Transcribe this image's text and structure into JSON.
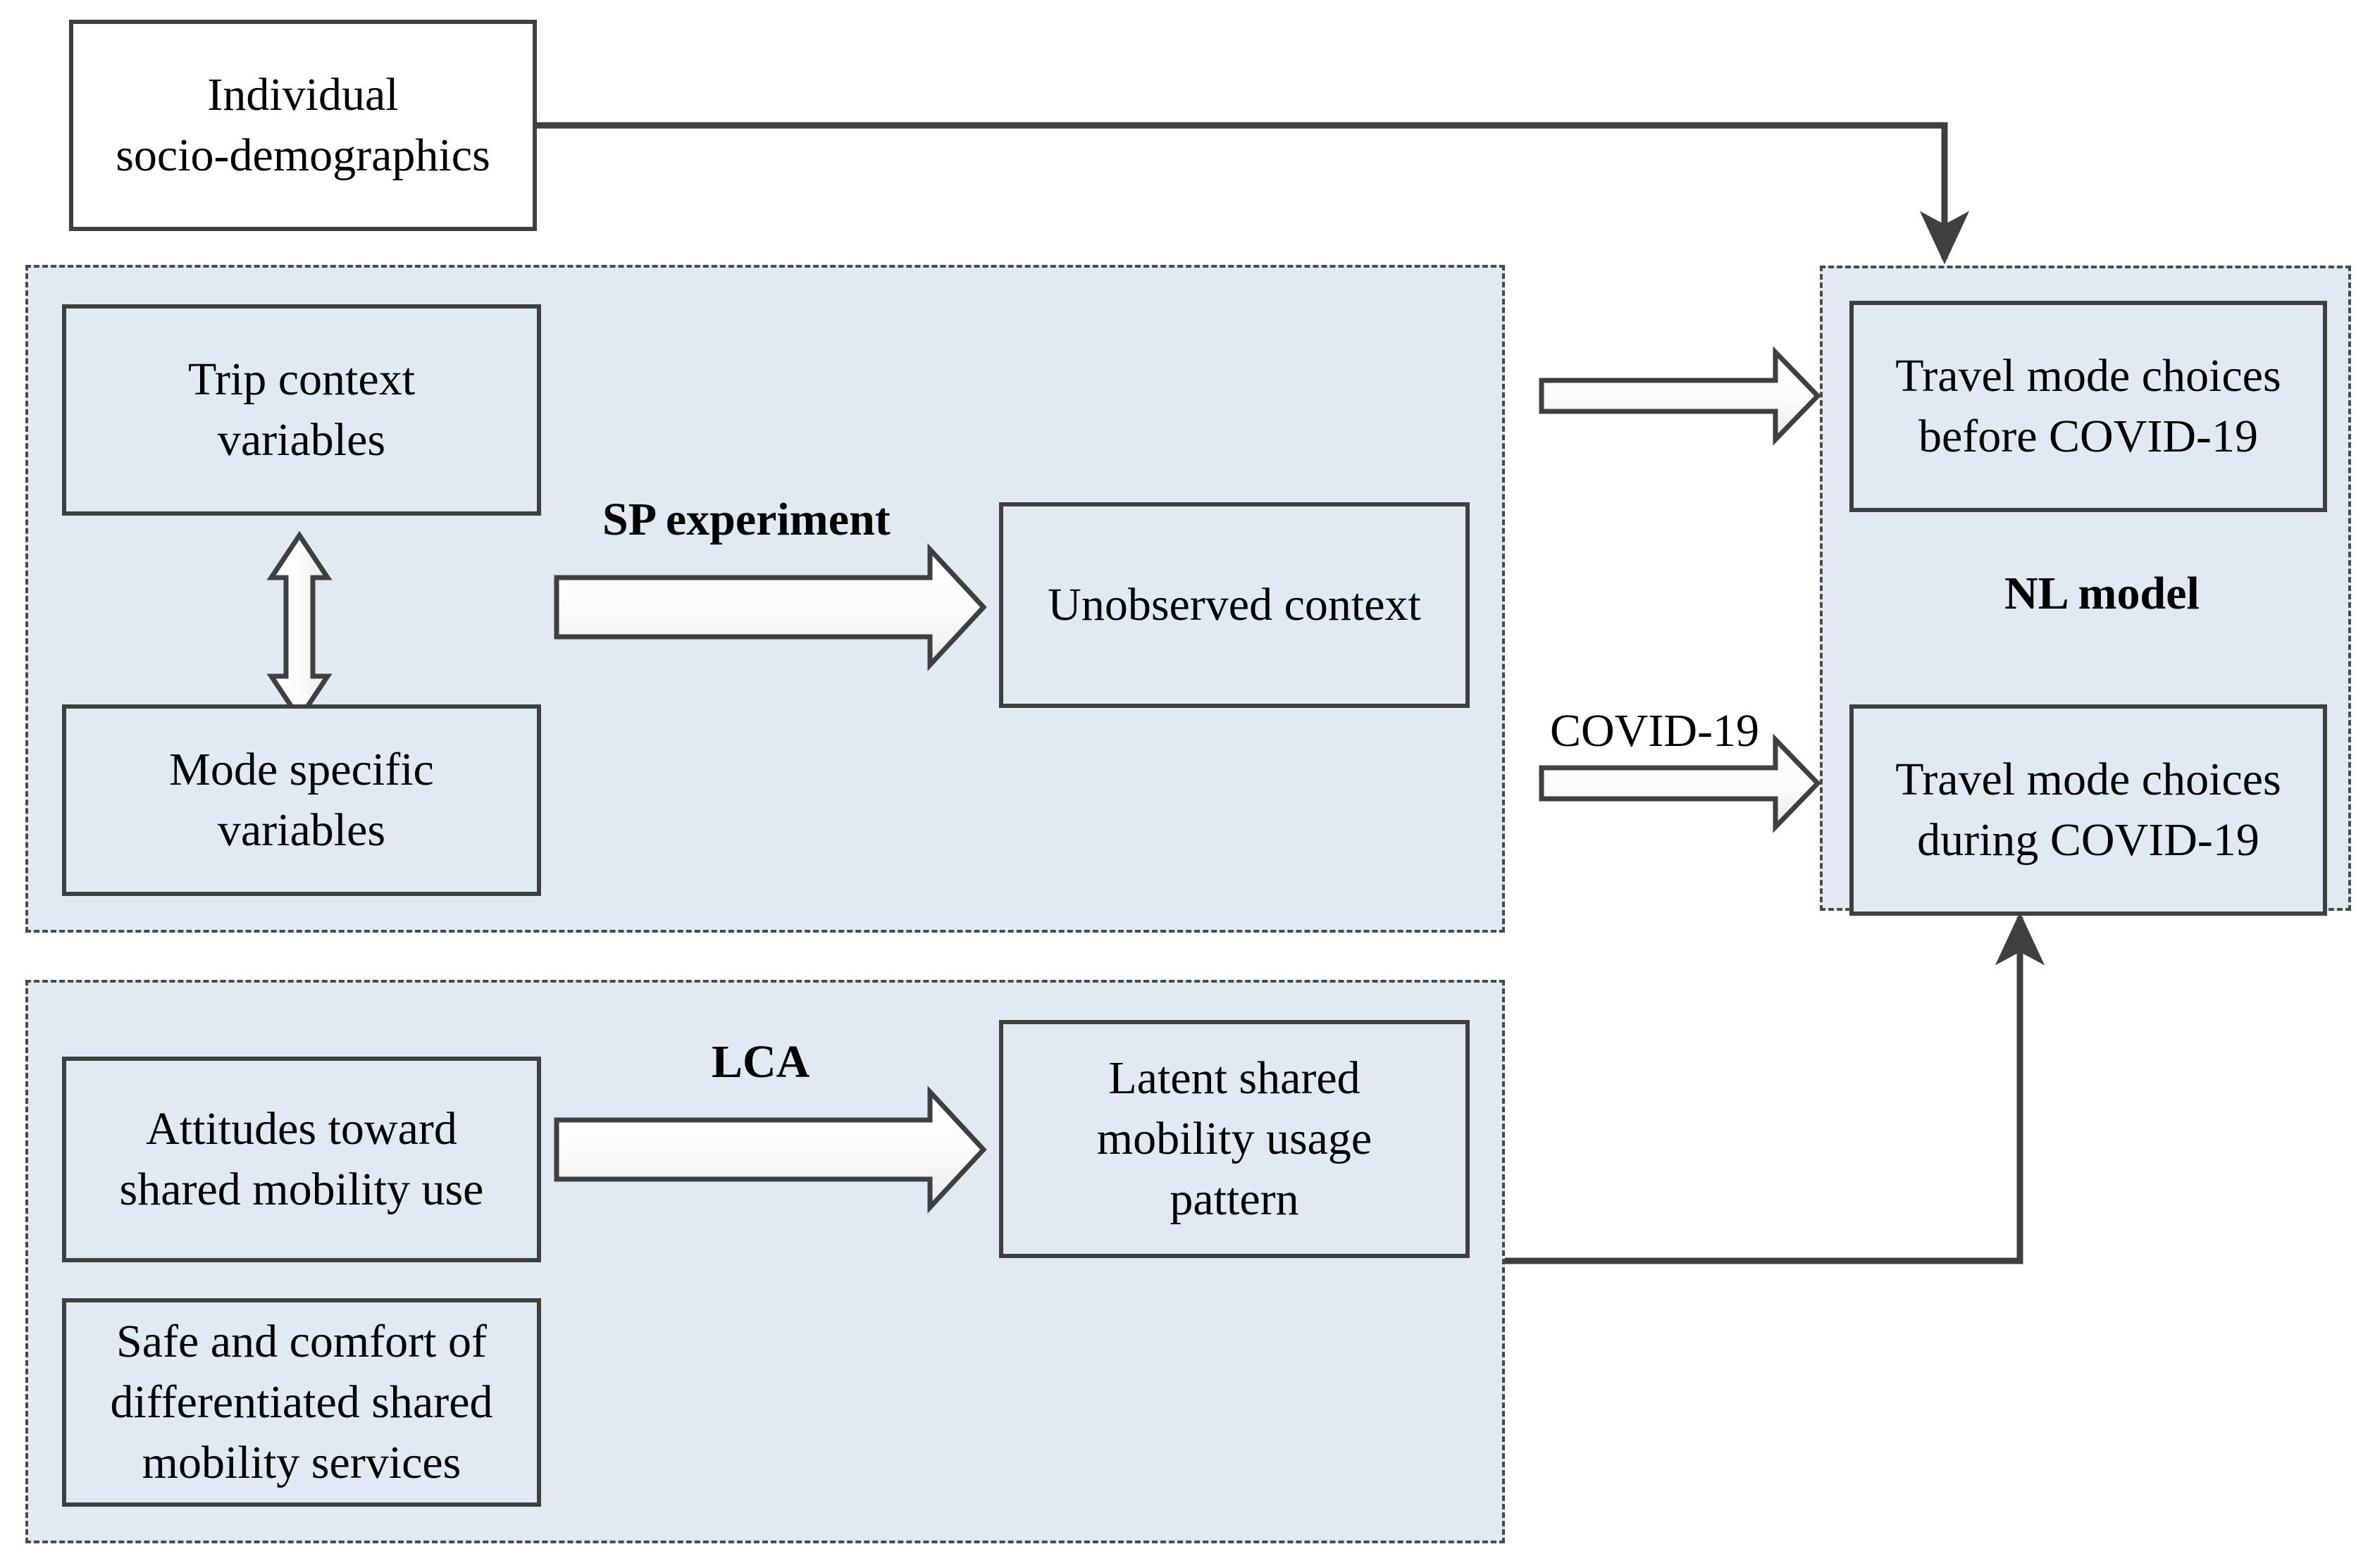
{
  "diagram": {
    "title_present": false,
    "colors": {
      "panel_fill": "#e1e9f3",
      "node_fill_blue": "#e1e9f3",
      "node_fill_white": "#ffffff",
      "border": "#3f3f3f",
      "panel_border": "#4a4a4a",
      "arrow_fill": "#fafafa",
      "arrow_stroke": "#3f3f3f",
      "connector": "#3f3f3f"
    },
    "nodes": {
      "socio_demographics": "Individual\nsocio-demographics",
      "trip_context": "Trip context\nvariables",
      "mode_specific": "Mode specific\nvariables",
      "unobserved_context": "Unobserved context",
      "attitudes": "Attitudes toward\nshared mobility use",
      "safe_comfort": "Safe and comfort of\ndifferentiated shared\nmobility services",
      "latent_pattern": "Latent shared\nmobility usage\npattern",
      "before_covid": "Travel mode choices\nbefore COVID-19",
      "during_covid": "Travel mode choices\nduring COVID-19"
    },
    "labels": {
      "sp_experiment": "SP experiment",
      "lca": "LCA",
      "covid19": "COVID-19",
      "nl_model": "NL model"
    },
    "panels": {
      "sp_panel": "SP experiment panel",
      "lca_panel": "LCA panel",
      "nl_panel": "NL model panel"
    },
    "edges": [
      {
        "from": "socio_demographics",
        "to": "nl_panel",
        "style": "elbow-arrow",
        "label": ""
      },
      {
        "from": "trip_context",
        "to": "mode_specific",
        "style": "double-block-arrow",
        "label": ""
      },
      {
        "from": "sp_panel_left",
        "to": "unobserved_context",
        "style": "block-arrow",
        "label": "SP experiment"
      },
      {
        "from": "sp_panel",
        "to": "before_covid",
        "style": "block-arrow",
        "label": ""
      },
      {
        "from": "sp_panel",
        "to": "during_covid",
        "style": "block-arrow",
        "label": "COVID-19"
      },
      {
        "from": "attitudes",
        "to": "latent_pattern",
        "style": "block-arrow",
        "label": "LCA"
      },
      {
        "from": "lca_panel",
        "to": "nl_panel",
        "style": "elbow-arrow",
        "label": ""
      }
    ]
  }
}
